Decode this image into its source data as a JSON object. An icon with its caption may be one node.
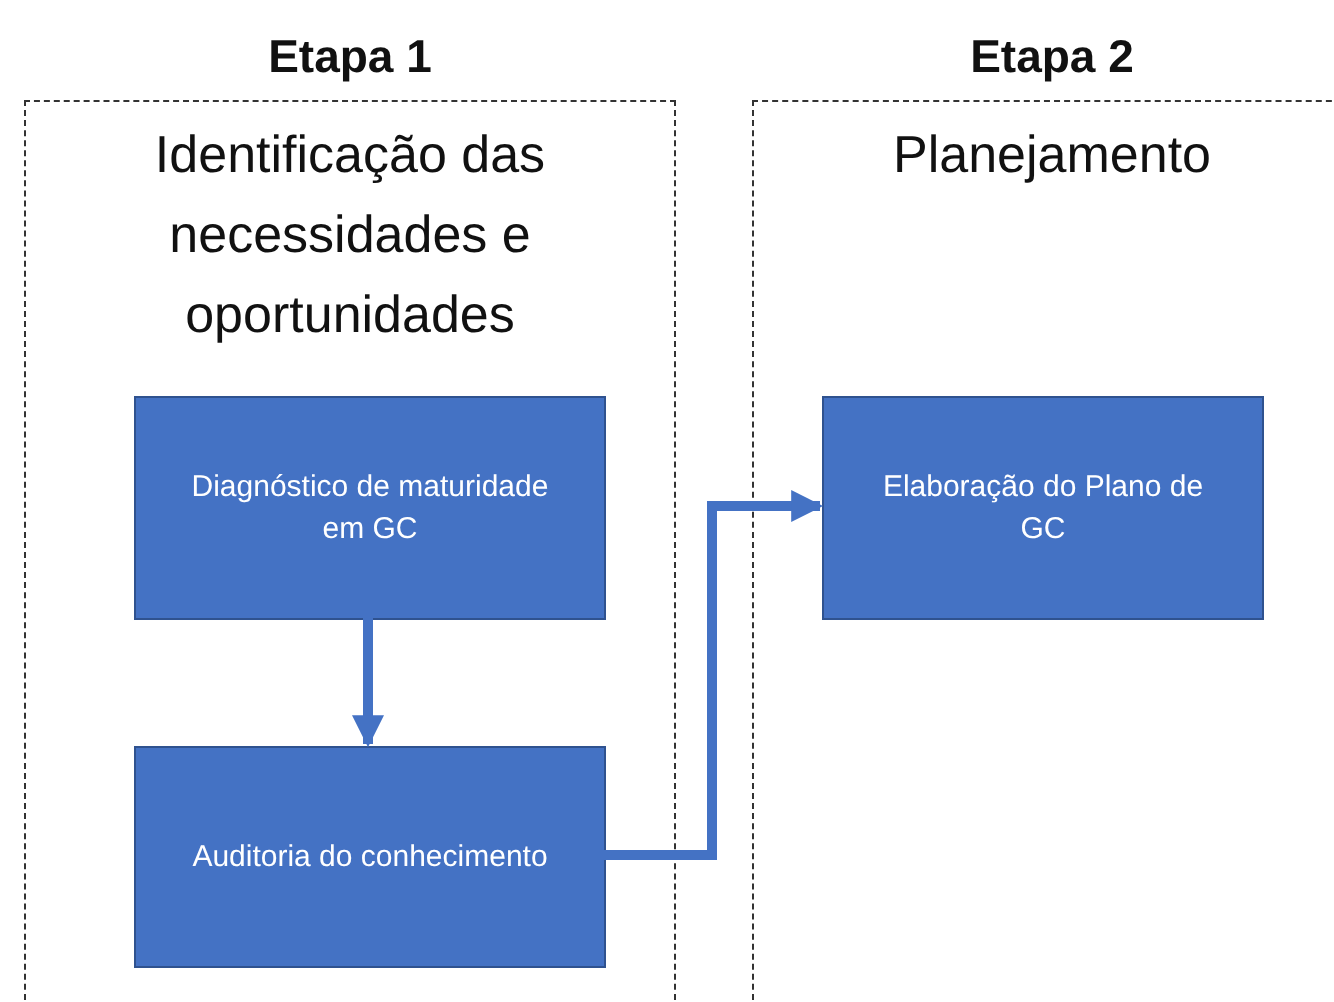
{
  "diagram": {
    "nodes": [
      {
        "text": [
          "Etapa 1",
          "Identificação das necessidades e oportunidades"
        ]
      },
      {
        "text": [
          "Diagnóstico de maturidade em GC"
        ],
        "in": 0
      },
      {
        "text": [
          "Auditoria do conhecimento"
        ],
        "in": 0
      },
      {
        "text": [
          "Etapa 2",
          "Planejamento"
        ]
      },
      {
        "text": [
          "Elaboração do Plano de GC"
        ],
        "in": 3
      }
    ],
    "edges": [
      {
        "from": 1,
        "to": 2,
        "arrow": "to"
      },
      {
        "from": 2,
        "to": 4,
        "arrow": "to"
      }
    ]
  }
}
